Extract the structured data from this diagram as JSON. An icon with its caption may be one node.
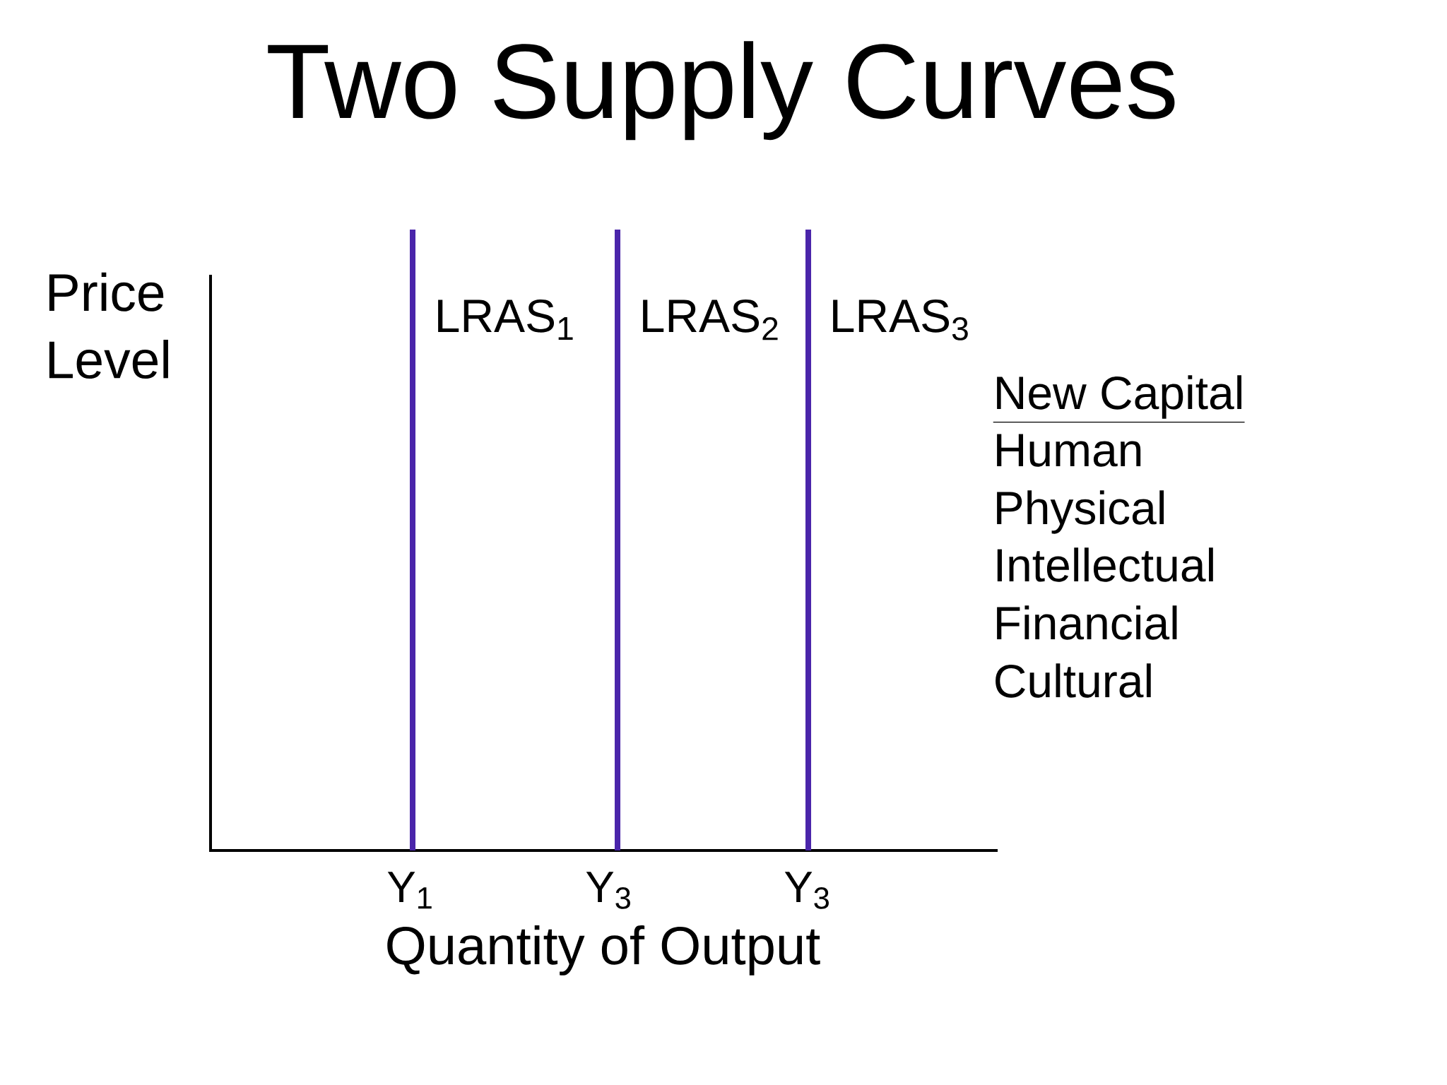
{
  "diagram": {
    "title": "Two Supply Curves",
    "labels": [
      "Price Level",
      "LRAS$_{1}$",
      "LRAS$_{2}$",
      "LRAS$_{3}$",
      "New Capital",
      "Human",
      "Physical",
      "Intellectual",
      "Financial",
      "Cultural",
      "Y$_{1}$",
      "Y$_{3}$",
      "Y$_{3}$",
      "Quantity of Output"
    ]
  }
}
